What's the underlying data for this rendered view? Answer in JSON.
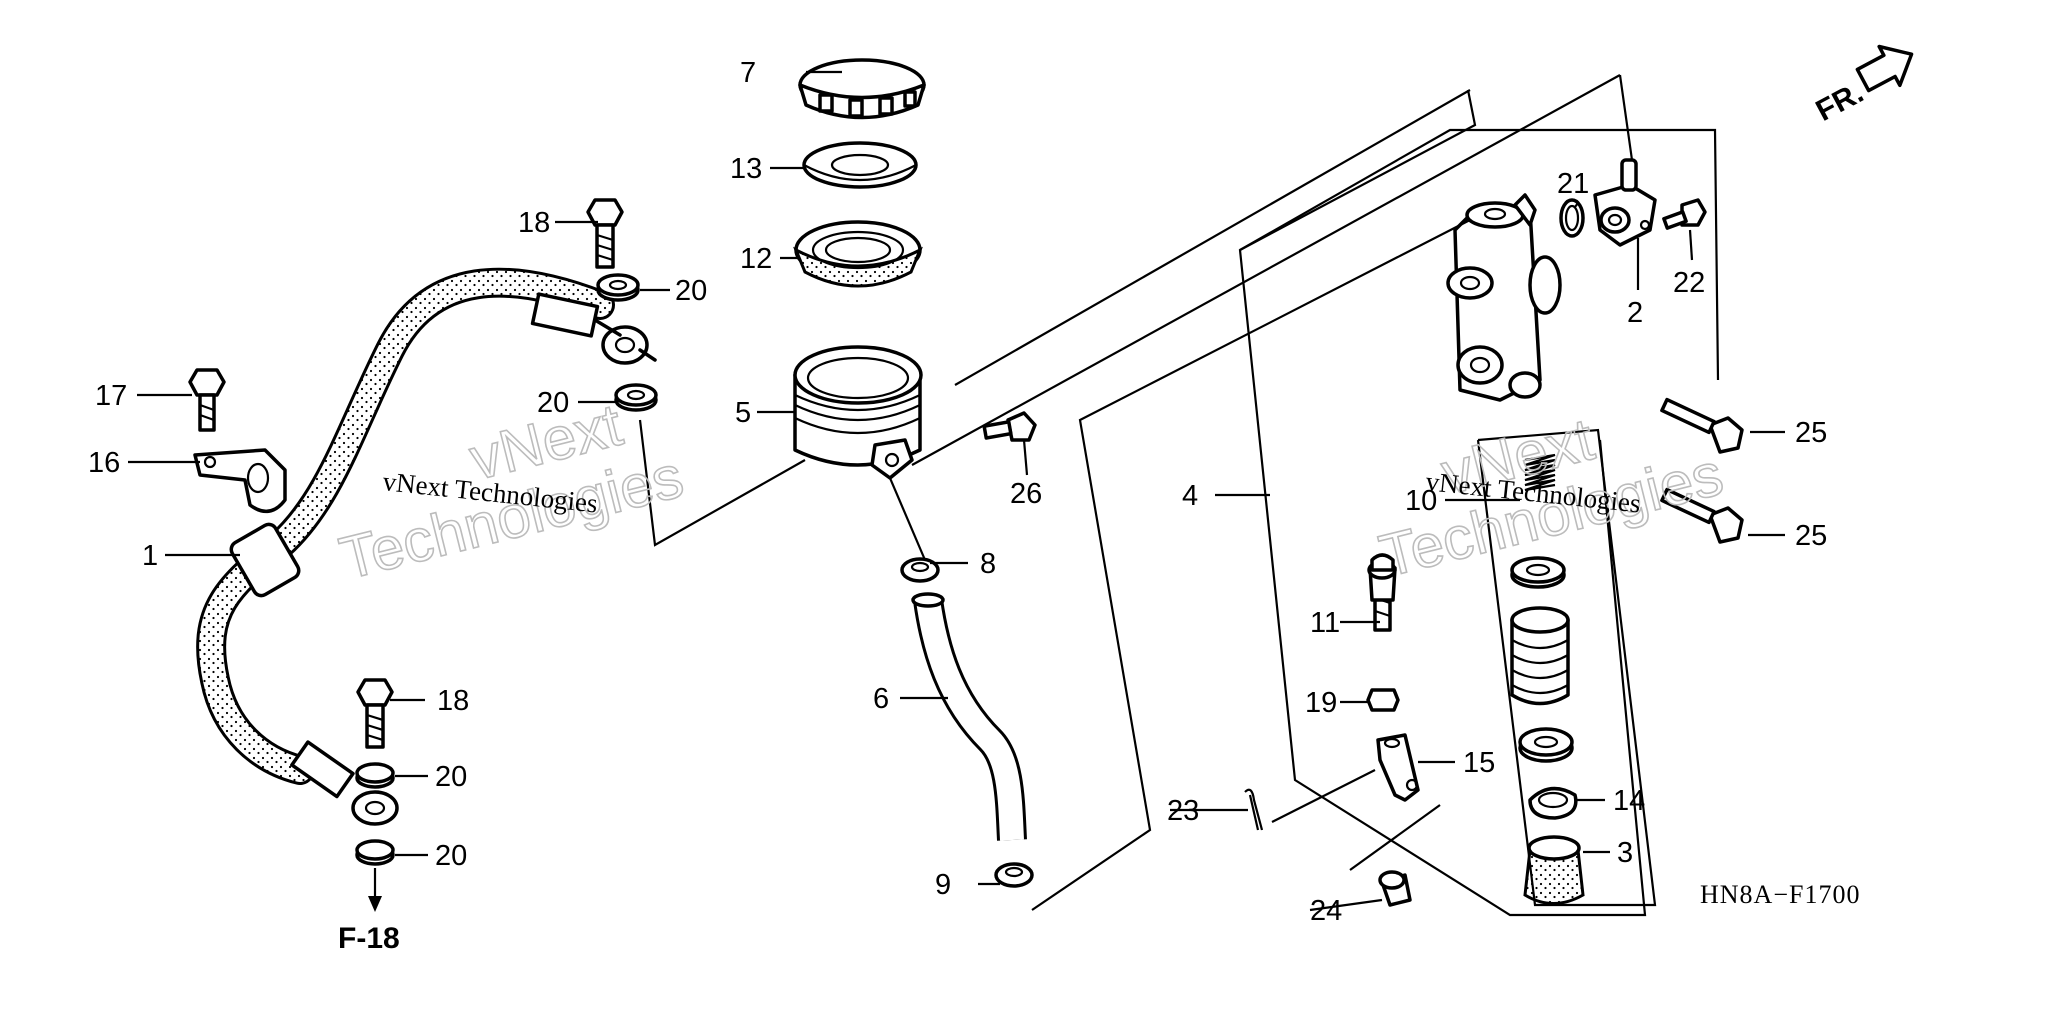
{
  "diagram": {
    "code": "HN8A−F1700",
    "front_label": "FR.",
    "ref_label": "F-18",
    "watermark": {
      "line1": "vNext",
      "line2": "Technologies",
      "small": "vNext Technologies"
    },
    "callouts": {
      "p1": "1",
      "p2": "2",
      "p3": "3",
      "p4": "4",
      "p5": "5",
      "p6": "6",
      "p7": "7",
      "p8": "8",
      "p9": "9",
      "p10": "10",
      "p11": "11",
      "p12": "12",
      "p13": "13",
      "p14": "14",
      "p15": "15",
      "p16": "16",
      "p17": "17",
      "p18a": "18",
      "p18b": "18",
      "p19": "19",
      "p20a": "20",
      "p20b": "20",
      "p20c": "20",
      "p20d": "20",
      "p21": "21",
      "p22": "22",
      "p23": "23",
      "p24": "24",
      "p25a": "25",
      "p25b": "25",
      "p26": "26"
    }
  },
  "colors": {
    "line": "#000000",
    "background": "#ffffff",
    "watermark": "#bcbcbc"
  }
}
